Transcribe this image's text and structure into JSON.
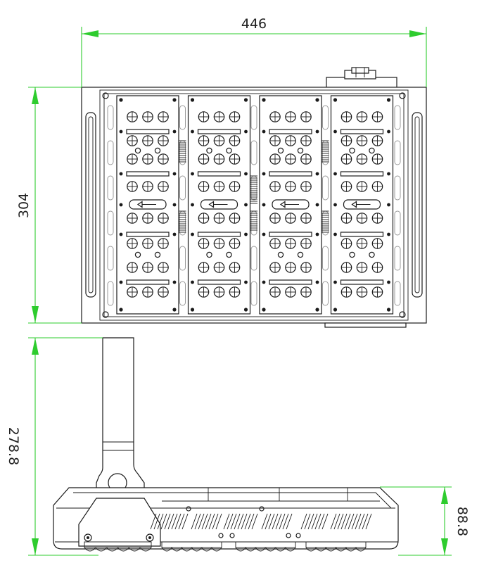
{
  "dimensions": {
    "width": "446",
    "height": "304",
    "side_height": "278.8",
    "depth": "88.8"
  },
  "colors": {
    "dimension_line": "#2ecc2e",
    "outline": "#1a1a1a",
    "background": "#ffffff"
  },
  "views": {
    "top_module_count": 4
  }
}
